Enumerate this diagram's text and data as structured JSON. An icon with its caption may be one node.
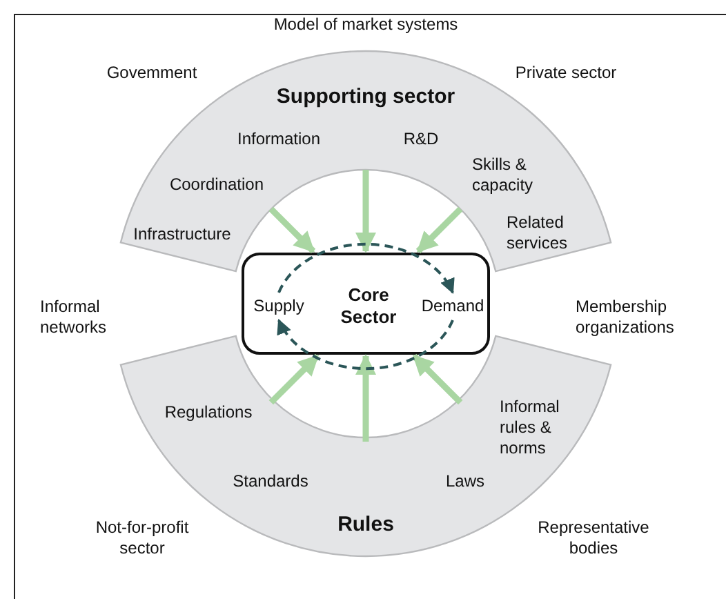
{
  "diagram": {
    "title": "Model of market systems",
    "nodes": [
      {
        "text": [
          "Supporting sector",
          "Information",
          "R&D",
          "Coordination",
          "Skills & capacity",
          "Infrastructure",
          "Related services"
        ]
      },
      {
        "text": [
          "Regulations",
          "Informal rules & norms",
          "Standards",
          "Laws",
          "Rules"
        ]
      },
      {
        "text": [
          "Core Sector"
        ]
      },
      {
        "text": [
          "Supply"
        ],
        "in": 2
      },
      {
        "text": [
          "Demand"
        ],
        "in": 2
      }
    ],
    "edges": [
      {
        "from": 0,
        "to": 2,
        "arrow": "to"
      },
      {
        "from": 0,
        "to": 2,
        "arrow": "to"
      },
      {
        "from": 0,
        "to": 2,
        "arrow": "to"
      },
      {
        "from": 1,
        "to": 2,
        "arrow": "to"
      },
      {
        "from": 1,
        "to": 2,
        "arrow": "to"
      },
      {
        "from": 1,
        "to": 2,
        "arrow": "to"
      },
      {
        "from": 3,
        "to": 4,
        "arrow": "to",
        "style": "dashed",
        "color": "#2b5658"
      },
      {
        "from": 4,
        "to": 3,
        "arrow": "to",
        "style": "dashed",
        "color": "#2b5658"
      }
    ],
    "labels": [
      "Govemment",
      "Private sector",
      "Informal networks",
      "Membership organizations",
      "Not-for-profit sector",
      "Representative bodies"
    ]
  }
}
